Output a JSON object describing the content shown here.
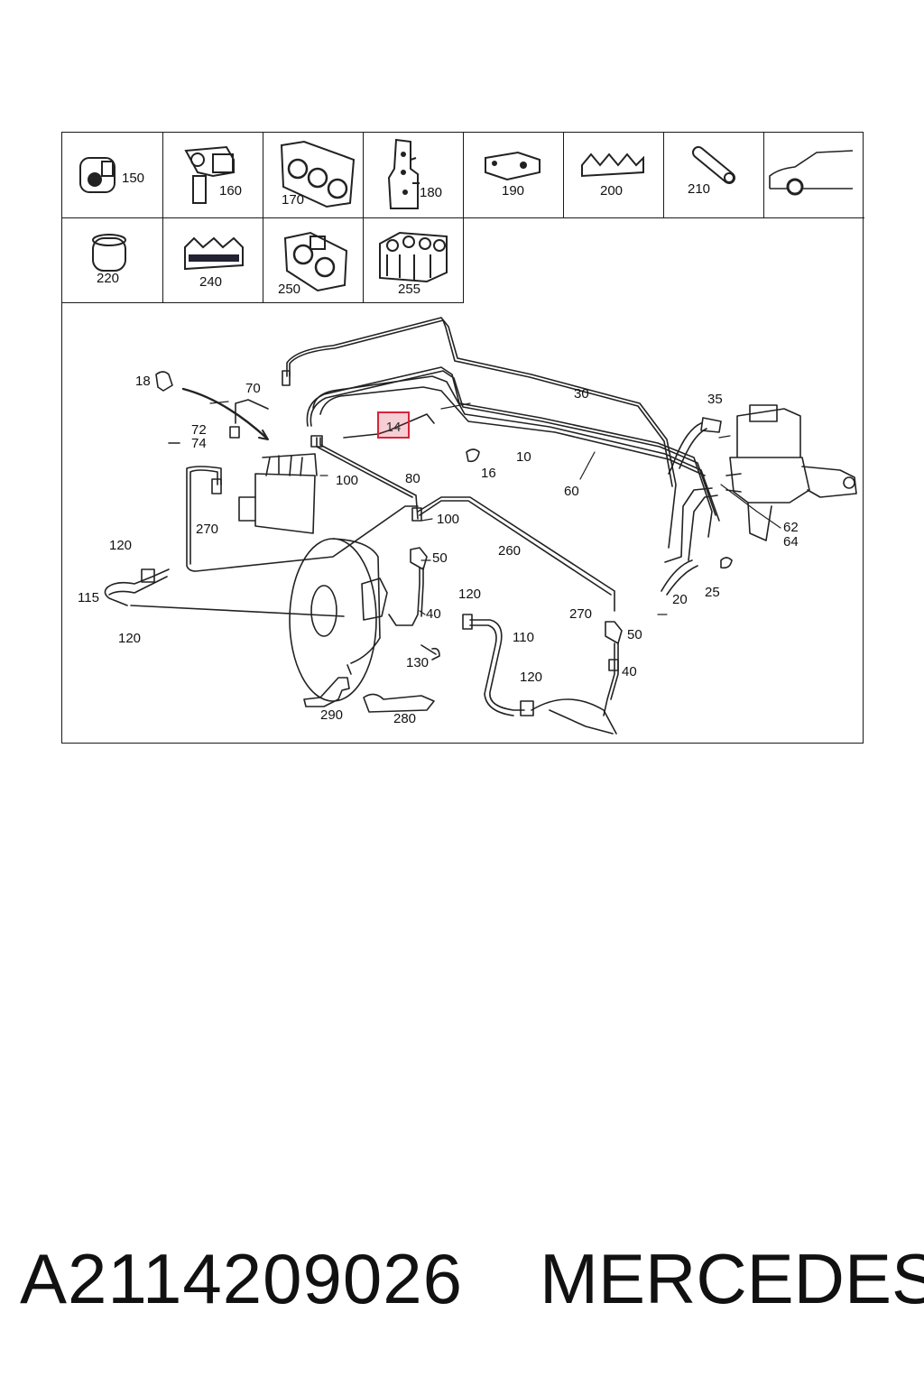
{
  "thumbnails": {
    "row1": [
      "150",
      "160",
      "170",
      "180",
      "190",
      "200",
      "210"
    ],
    "row2": [
      "220",
      "240",
      "250",
      "255"
    ]
  },
  "callouts": {
    "c18": "18",
    "c70": "70",
    "c72": "72",
    "c74": "74",
    "c270a": "270",
    "c100a": "100",
    "c80": "80",
    "c100b": "100",
    "c50a": "50",
    "c14": "14",
    "c16": "16",
    "c10": "10",
    "c30": "30",
    "c60": "60",
    "c35": "35",
    "c62": "62",
    "c64": "64",
    "c20": "20",
    "c25": "25",
    "c260": "260",
    "c120a": "120",
    "c115": "115",
    "c120b": "120",
    "c40a": "40",
    "c130": "130",
    "c120c": "120",
    "c110": "110",
    "c270b": "270",
    "c50b": "50",
    "c40b": "40",
    "c120d": "120",
    "c290": "290",
    "c280": "280"
  },
  "highlighted_part": "14",
  "highlight_color": "#d6243a",
  "footer": {
    "part_number": "A2114209026",
    "brand": "MERCEDES"
  }
}
